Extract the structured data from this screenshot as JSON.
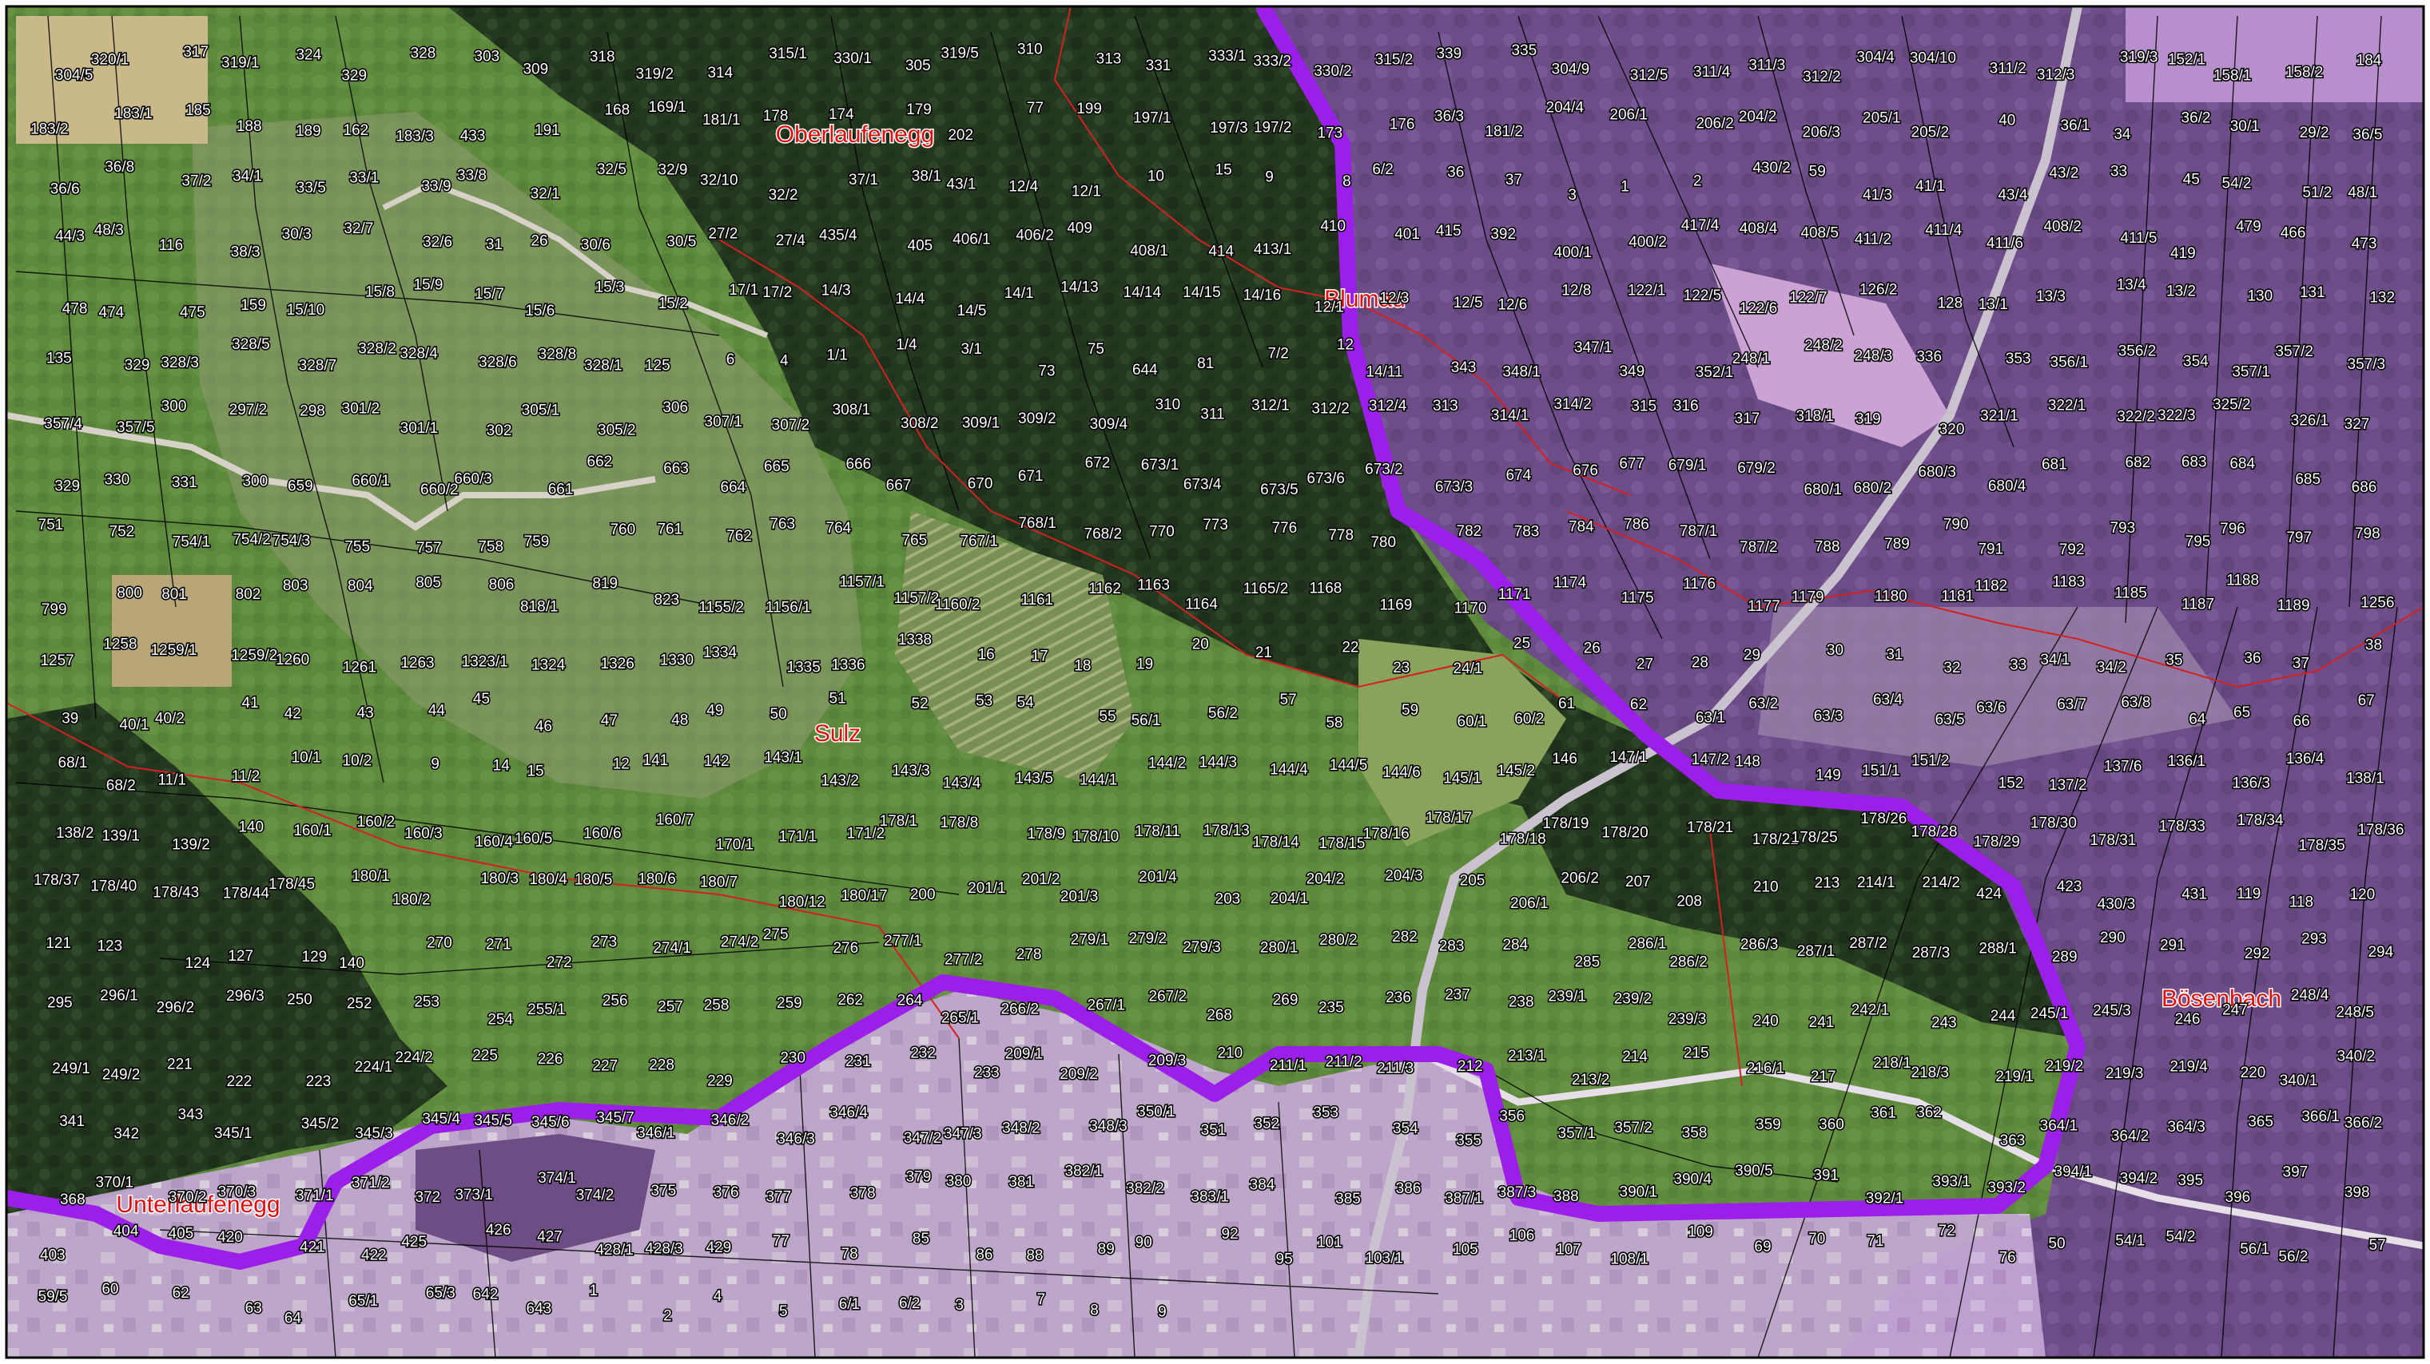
{
  "map": {
    "place_names": [
      {
        "id": "oberlaufenegg",
        "text": "Oberlaufenegg"
      },
      {
        "id": "blumau",
        "text": "Blumau"
      },
      {
        "id": "sulz",
        "text": "Sulz"
      },
      {
        "id": "boesenbach",
        "text": "Bösenbach"
      },
      {
        "id": "unterlaufenegg",
        "text": "Unterlaufenegg"
      }
    ],
    "parcel_numbers": [
      "304/5",
      "320/1",
      "317",
      "319/1",
      "324",
      "329",
      "328",
      "303",
      "309",
      "318",
      "319/2",
      "314",
      "315/1",
      "330/1",
      "305",
      "319/5",
      "310",
      "313",
      "331",
      "333/1",
      "333/2",
      "330/2",
      "315/2",
      "339",
      "335",
      "304/9",
      "312/5",
      "311/4",
      "311/3",
      "312/2",
      "304/4",
      "304/10",
      "311/2",
      "312/3",
      "319/3",
      "152/1",
      "158/1",
      "158/2",
      "184",
      "183/2",
      "183/1",
      "185",
      "188",
      "189",
      "162",
      "183/3",
      "433",
      "191",
      "168",
      "169/1",
      "181/1",
      "178",
      "174",
      "179",
      "202",
      "77",
      "199",
      "197/1",
      "197/3",
      "197/2",
      "173",
      "176",
      "36/3",
      "181/2",
      "204/4",
      "206/1",
      "206/2",
      "204/2",
      "206/3",
      "205/1",
      "205/2",
      "40",
      "36/1",
      "34",
      "36/2",
      "30/1",
      "29/2",
      "36/5",
      "36/6",
      "36/8",
      "37/2",
      "34/1",
      "33/5",
      "33/1",
      "33/9",
      "33/8",
      "32/1",
      "32/5",
      "32/9",
      "32/10",
      "32/2",
      "37/1",
      "38/1",
      "43/1",
      "12/4",
      "12/1",
      "10",
      "15",
      "9",
      "8",
      "6/2",
      "36",
      "37",
      "3",
      "1",
      "2",
      "430/2",
      "59",
      "41/3",
      "41/1",
      "43/4",
      "43/2",
      "33",
      "45",
      "54/2",
      "51/2",
      "48/1",
      "44/3",
      "48/3",
      "116",
      "38/3",
      "30/3",
      "32/7",
      "32/6",
      "31",
      "26",
      "30/6",
      "30/5",
      "27/2",
      "27/4",
      "435/4",
      "405",
      "406/1",
      "406/2",
      "409",
      "408/1",
      "414",
      "413/1",
      "410",
      "401",
      "415",
      "392",
      "400/1",
      "400/2",
      "417/4",
      "408/4",
      "408/5",
      "411/2",
      "411/4",
      "411/6",
      "408/2",
      "411/5",
      "419",
      "479",
      "466",
      "473",
      "478",
      "474",
      "475",
      "159",
      "15/10",
      "15/8",
      "15/9",
      "15/7",
      "15/6",
      "15/3",
      "15/2",
      "17/1",
      "17/2",
      "14/3",
      "14/4",
      "14/5",
      "14/1",
      "14/13",
      "14/14",
      "14/15",
      "14/16",
      "12/1",
      "12/3",
      "12/5",
      "12/6",
      "12/8",
      "122/1",
      "122/5",
      "122/6",
      "122/7",
      "126/2",
      "128",
      "13/1",
      "13/3",
      "13/4",
      "13/2",
      "130",
      "131",
      "132",
      "135",
      "329",
      "328/3",
      "328/5",
      "328/7",
      "328/2",
      "328/4",
      "328/6",
      "328/8",
      "328/1",
      "125",
      "6",
      "4",
      "1/1",
      "1/4",
      "3/1",
      "73",
      "75",
      "644",
      "81",
      "7/2",
      "12",
      "14/11",
      "343",
      "348/1",
      "347/1",
      "349",
      "352/1",
      "248/1",
      "248/2",
      "248/3",
      "336",
      "353",
      "356/1",
      "356/2",
      "354",
      "357/1",
      "357/2",
      "357/3",
      "357/4",
      "357/5",
      "300",
      "297/2",
      "298",
      "301/2",
      "301/1",
      "302",
      "305/1",
      "305/2",
      "306",
      "307/1",
      "307/2",
      "308/1",
      "308/2",
      "309/1",
      "309/2",
      "309/4",
      "310",
      "311",
      "312/1",
      "312/2",
      "312/4",
      "313",
      "314/1",
      "314/2",
      "315",
      "316",
      "317",
      "318/1",
      "319",
      "320",
      "321/1",
      "322/1",
      "322/2",
      "322/3",
      "325/2",
      "326/1",
      "327",
      "329",
      "330",
      "331",
      "300",
      "659",
      "660/1",
      "660/2",
      "660/3",
      "661",
      "662",
      "663",
      "664",
      "665",
      "666",
      "667",
      "670",
      "671",
      "672",
      "673/1",
      "673/4",
      "673/5",
      "673/6",
      "673/2",
      "673/3",
      "674",
      "676",
      "677",
      "679/1",
      "679/2",
      "680/1",
      "680/2",
      "680/3",
      "680/4",
      "681",
      "682",
      "683",
      "684",
      "685",
      "686",
      "751",
      "752",
      "754/1",
      "754/2",
      "754/3",
      "755",
      "757",
      "758",
      "759",
      "760",
      "761",
      "762",
      "763",
      "764",
      "765",
      "767/1",
      "768/1",
      "768/2",
      "770",
      "773",
      "776",
      "778",
      "780",
      "782",
      "783",
      "784",
      "786",
      "787/1",
      "787/2",
      "788",
      "789",
      "790",
      "791",
      "792",
      "793",
      "795",
      "796",
      "797",
      "798",
      "799",
      "800",
      "801",
      "802",
      "803",
      "804",
      "805",
      "806",
      "818/1",
      "819",
      "823",
      "1155/2",
      "1156/1",
      "1157/1",
      "1157/2",
      "1160/2",
      "1161",
      "1162",
      "1163",
      "1164",
      "1165/2",
      "1168",
      "1169",
      "1170",
      "1171",
      "1174",
      "1175",
      "1176",
      "1177",
      "1179",
      "1180",
      "1181",
      "1182",
      "1183",
      "1185",
      "1187",
      "1188",
      "1189",
      "1256",
      "1257",
      "1258",
      "1259/1",
      "1259/2",
      "1260",
      "1261",
      "1263",
      "1323/1",
      "1324",
      "1326",
      "1330",
      "1334",
      "1335",
      "1336",
      "1338",
      "16",
      "17",
      "18",
      "19",
      "20",
      "21",
      "22",
      "23",
      "24/1",
      "25",
      "26",
      "27",
      "28",
      "29",
      "30",
      "31",
      "32",
      "33",
      "34/1",
      "34/2",
      "35",
      "36",
      "37",
      "38",
      "39",
      "40/1",
      "40/2",
      "41",
      "42",
      "43",
      "44",
      "45",
      "46",
      "47",
      "48",
      "49",
      "50",
      "51",
      "52",
      "53",
      "54",
      "55",
      "56/1",
      "56/2",
      "57",
      "58",
      "59",
      "60/1",
      "60/2",
      "61",
      "62",
      "63/1",
      "63/2",
      "63/3",
      "63/4",
      "63/5",
      "63/6",
      "63/7",
      "63/8",
      "64",
      "65",
      "66",
      "67",
      "68/1",
      "68/2",
      "11/1",
      "11/2",
      "10/1",
      "10/2",
      "9",
      "14",
      "15",
      "12",
      "141",
      "142",
      "143/1",
      "143/2",
      "143/3",
      "143/4",
      "143/5",
      "144/1",
      "144/2",
      "144/3",
      "144/4",
      "144/5",
      "144/6",
      "145/1",
      "145/2",
      "146",
      "147/1",
      "147/2",
      "148",
      "149",
      "151/1",
      "151/2",
      "152",
      "137/2",
      "137/6",
      "136/1",
      "136/3",
      "136/4",
      "138/1",
      "138/2",
      "139/1",
      "139/2",
      "140",
      "160/1",
      "160/2",
      "160/3",
      "160/4",
      "160/5",
      "160/6",
      "160/7",
      "170/1",
      "171/1",
      "171/2",
      "178/1",
      "178/8",
      "178/9",
      "178/10",
      "178/11",
      "178/13",
      "178/14",
      "178/15",
      "178/16",
      "178/17",
      "178/18",
      "178/19",
      "178/20",
      "178/21",
      "178/22",
      "178/25",
      "178/26",
      "178/28",
      "178/29",
      "178/30",
      "178/31",
      "178/33",
      "178/34",
      "178/35",
      "178/36",
      "178/37",
      "178/40",
      "178/43",
      "178/44",
      "178/45",
      "180/1",
      "180/2",
      "180/3",
      "180/4",
      "180/5",
      "180/6",
      "180/7",
      "180/12",
      "180/17",
      "200",
      "201/1",
      "201/2",
      "201/3",
      "201/4",
      "203",
      "204/1",
      "204/2",
      "204/3",
      "205",
      "206/1",
      "206/2",
      "207",
      "208",
      "210",
      "213",
      "214/1",
      "214/2",
      "424",
      "423",
      "430/3",
      "431",
      "119",
      "118",
      "120",
      "121",
      "123",
      "124",
      "127",
      "129",
      "140",
      "270",
      "271",
      "272",
      "273",
      "274/1",
      "274/2",
      "275",
      "276",
      "277/1",
      "277/2",
      "278",
      "279/1",
      "279/2",
      "279/3",
      "280/1",
      "280/2",
      "282",
      "283",
      "284",
      "285",
      "286/1",
      "286/2",
      "286/3",
      "287/1",
      "287/2",
      "287/3",
      "288/1",
      "289",
      "290",
      "291",
      "292",
      "293",
      "294",
      "295",
      "296/1",
      "296/2",
      "296/3",
      "250",
      "252",
      "253",
      "254",
      "255/1",
      "256",
      "257",
      "258",
      "259",
      "262",
      "264",
      "265/1",
      "266/2",
      "267/1",
      "267/2",
      "268",
      "269",
      "235",
      "236",
      "237",
      "238",
      "239/1",
      "239/2",
      "239/3",
      "240",
      "241",
      "242/1",
      "243",
      "244",
      "245/1",
      "245/3",
      "246",
      "247",
      "248/4",
      "248/5",
      "249/1",
      "249/2",
      "221",
      "222",
      "223",
      "224/1",
      "224/2",
      "225",
      "226",
      "227",
      "228",
      "229",
      "230",
      "231",
      "232",
      "233",
      "209/1",
      "209/2",
      "209/3",
      "210",
      "211/1",
      "211/2",
      "211/3",
      "212",
      "213/1",
      "213/2",
      "214",
      "215",
      "216/1",
      "217",
      "218/1",
      "218/3",
      "219/1",
      "219/2",
      "219/3",
      "219/4",
      "220",
      "340/1",
      "340/2",
      "341",
      "342",
      "343",
      "345/1",
      "345/2",
      "345/3",
      "345/4",
      "345/5",
      "345/6",
      "345/7",
      "346/1",
      "346/2",
      "346/3",
      "346/4",
      "347/2",
      "347/3",
      "348/2",
      "348/3",
      "350/1",
      "351",
      "352",
      "353",
      "354",
      "355",
      "356",
      "357/1",
      "357/2",
      "358",
      "359",
      "360",
      "361",
      "362",
      "363",
      "364/1",
      "364/2",
      "364/3",
      "365",
      "366/1",
      "366/2",
      "368",
      "370/1",
      "370/2",
      "370/3",
      "371/1",
      "371/2",
      "372",
      "373/1",
      "374/1",
      "374/2",
      "375",
      "376",
      "377",
      "378",
      "379",
      "380",
      "381",
      "382/1",
      "382/2",
      "383/1",
      "384",
      "385",
      "386",
      "387/1",
      "387/3",
      "388",
      "390/1",
      "390/4",
      "390/5",
      "391",
      "392/1",
      "393/1",
      "393/2",
      "394/1",
      "394/2",
      "395",
      "396",
      "397",
      "398",
      "403",
      "404",
      "405",
      "420",
      "421",
      "422",
      "425",
      "426",
      "427",
      "428/1",
      "428/3",
      "429",
      "77",
      "78",
      "85",
      "86",
      "88",
      "89",
      "90",
      "92",
      "95",
      "101",
      "103/1",
      "105",
      "106",
      "107",
      "108/1",
      "109",
      "69",
      "70",
      "71",
      "72",
      "76",
      "50",
      "54/1",
      "54/2",
      "56/1",
      "56/2",
      "57",
      "59/5",
      "60",
      "62",
      "63",
      "64",
      "65/1",
      "65/3",
      "642",
      "643",
      "1",
      "2",
      "4",
      "5",
      "6/1",
      "6/2",
      "3",
      "7",
      "8",
      "9"
    ]
  }
}
